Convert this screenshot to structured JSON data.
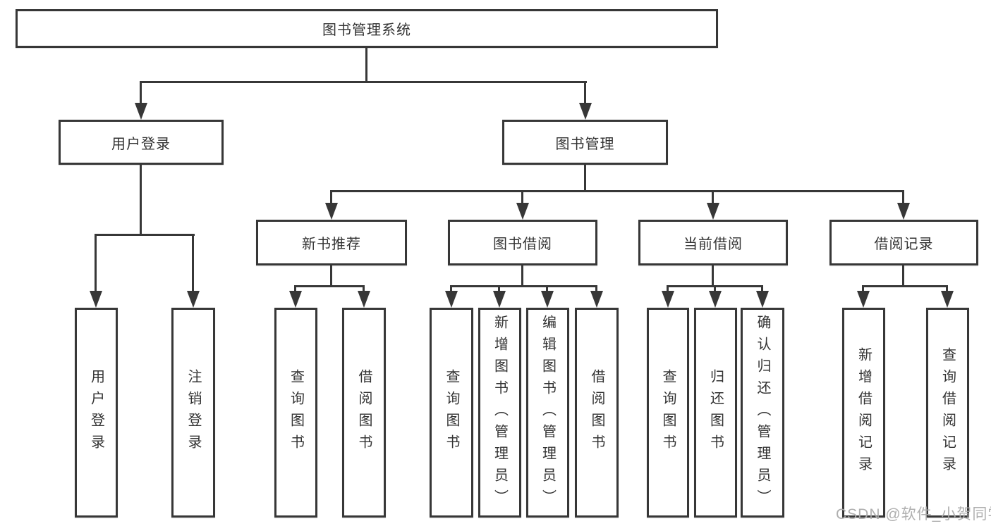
{
  "diagram": {
    "root": {
      "label": "图书管理系统"
    },
    "level2": [
      {
        "label": "用户登录"
      },
      {
        "label": "图书管理"
      }
    ],
    "level3": [
      {
        "label": "新书推荐"
      },
      {
        "label": "图书借阅"
      },
      {
        "label": "当前借阅"
      },
      {
        "label": "借阅记录"
      }
    ],
    "leaves": [
      {
        "label": "用户登录"
      },
      {
        "label": "注销登录"
      },
      {
        "label": "查询图书"
      },
      {
        "label": "借阅图书"
      },
      {
        "label": "查询图书"
      },
      {
        "label": "新增图书（管理员）"
      },
      {
        "label": "编辑图书（管理员）"
      },
      {
        "label": "借阅图书"
      },
      {
        "label": "查询图书"
      },
      {
        "label": "归还图书"
      },
      {
        "label": "确认归还（管理员）"
      },
      {
        "label": "新增借阅记录"
      },
      {
        "label": "查询借阅记录"
      }
    ],
    "watermark": "CSDN @软件_小贺同学",
    "colors": {
      "line": "#373737",
      "text": "#333333",
      "watermark": "#ababab",
      "background": "#ffffff"
    }
  }
}
